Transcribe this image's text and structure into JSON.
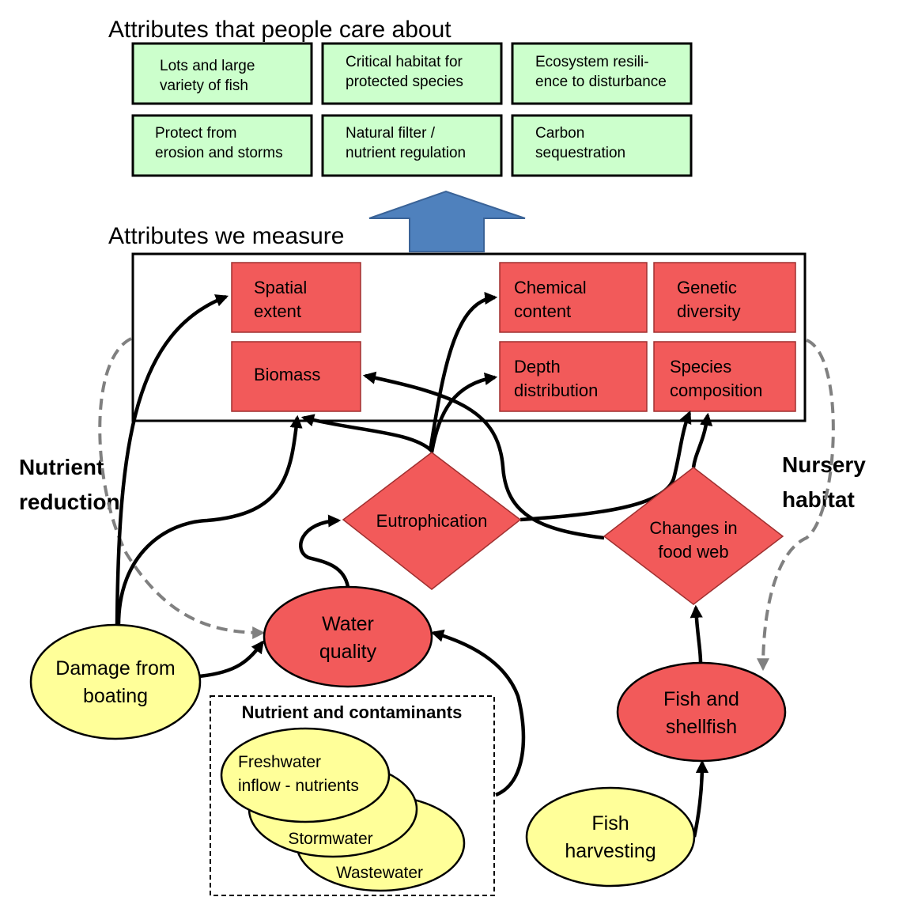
{
  "headings": {
    "people_care": "Attributes that people care about",
    "we_measure": "Attributes we measure"
  },
  "care_attributes": [
    [
      "Lots and large",
      "variety of fish"
    ],
    [
      "Critical habitat for",
      "protected species"
    ],
    [
      "Ecosystem resili-",
      "ence to disturbance"
    ],
    [
      "Protect from",
      "erosion and storms"
    ],
    [
      "Natural filter /",
      "nutrient regulation"
    ],
    [
      "Carbon",
      "sequestration"
    ]
  ],
  "measured_attributes": {
    "spatial_extent": [
      "Spatial",
      "extent"
    ],
    "biomass": [
      "Biomass"
    ],
    "chemical_content": [
      "Chemical",
      "content"
    ],
    "genetic_diversity": [
      "Genetic",
      "diversity"
    ],
    "depth_distribution": [
      "Depth",
      "distribution"
    ],
    "species_composition": [
      "Species",
      "composition"
    ]
  },
  "processes": {
    "eutrophication": "Eutrophication",
    "food_web": [
      "Changes in",
      "food web"
    ]
  },
  "nodes": {
    "water_quality": [
      "Water",
      "quality"
    ],
    "damage_boating": [
      "Damage from",
      "boating"
    ],
    "fish_shellfish": [
      "Fish and",
      "shellfish"
    ],
    "fish_harvesting": [
      "Fish",
      "harvesting"
    ]
  },
  "nutrient_box": {
    "title": "Nutrient and contaminants",
    "freshwater": [
      "Freshwater",
      "inflow - nutrients"
    ],
    "stormwater": "Stormwater",
    "wastewater": "Wastewater"
  },
  "side_labels": {
    "nutrient_reduction": [
      "Nutrient",
      "reduction"
    ],
    "nursery_habitat": [
      "Nursery",
      "habitat"
    ]
  },
  "colors": {
    "green_fill": "#ccffcc",
    "red_fill": "#f25a5a",
    "yellow_fill": "#ffff99",
    "blue_arrow": "#4f81bd"
  }
}
